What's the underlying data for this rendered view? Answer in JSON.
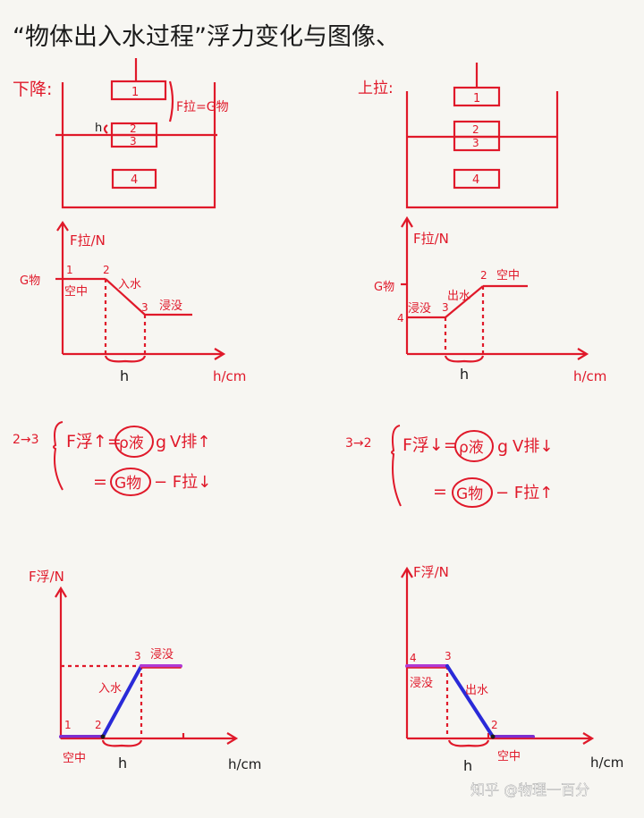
{
  "title": "“物体出入水过程”浮力变化与图像、",
  "left_panel": {
    "label": "下降:",
    "blocks": [
      "1",
      "2",
      "3",
      "4"
    ],
    "h_label": "h",
    "force_label": "F拉=G物",
    "graph1": {
      "ylabel": "F拉/N",
      "xlabel": "h/cm",
      "g_label": "G物",
      "p1": "1",
      "p2": "2",
      "p3": "3",
      "air": "空中",
      "enter": "入水",
      "submerged": "浸没",
      "h": "h"
    },
    "eq_prefix": "2→3",
    "eq_line1": [
      "F浮↑=",
      "ρ液",
      "g",
      "V排↑"
    ],
    "eq_line2": [
      "=",
      "G物",
      "− F拉↓"
    ],
    "graph2": {
      "ylabel": "F浮/N",
      "xlabel": "h/cm",
      "p1": "1",
      "p2": "2",
      "p3": "3",
      "air": "空中",
      "enter": "入水",
      "submerged": "浸没",
      "h": "h"
    }
  },
  "right_panel": {
    "label": "上拉:",
    "blocks": [
      "1",
      "2",
      "3",
      "4"
    ],
    "graph1": {
      "ylabel": "F拉/N",
      "xlabel": "h/cm",
      "g_label": "G物",
      "p2": "2",
      "p3": "3",
      "p4": "4",
      "air": "空中",
      "exit": "出水",
      "submerged": "浸没",
      "h": "h"
    },
    "eq_prefix": "3→2",
    "eq_line1": [
      "F浮↓=",
      "ρ液",
      "g",
      "V排↓"
    ],
    "eq_line2": [
      "=",
      "G物",
      "− F拉↑"
    ],
    "graph2": {
      "ylabel": "F浮/N",
      "xlabel": "h/cm",
      "p2": "2",
      "p3": "3",
      "p4": "4",
      "air": "空中",
      "exit": "出水",
      "submerged": "浸没",
      "h": "h"
    }
  },
  "watermark": "知乎 @物理一百分",
  "colors": {
    "ink_red": "#e0192a",
    "ink_black": "#1a1a1a",
    "highlight": "#7b2fd1",
    "paper": "#f7f6f2"
  }
}
